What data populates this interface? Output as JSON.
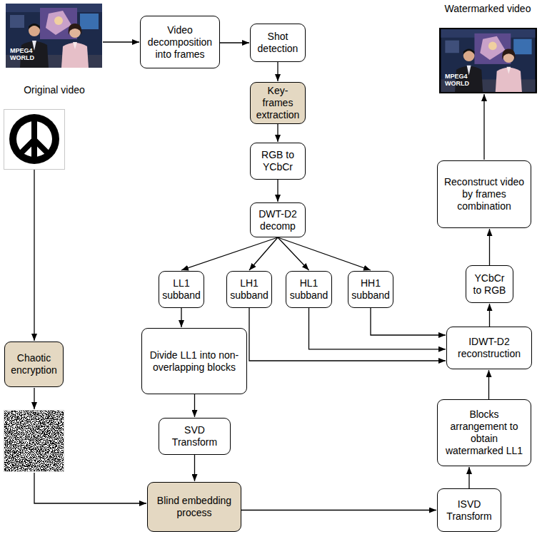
{
  "diagram": {
    "nodes": [
      {
        "text": [
          "Video decomposition into frames"
        ]
      },
      {
        "text": [
          "Shot detection"
        ]
      },
      {
        "text": [
          "Key-frames extraction"
        ]
      },
      {
        "text": [
          "RGB to YCbCr"
        ]
      },
      {
        "text": [
          "DWT-D2 decomp"
        ]
      },
      {
        "text": [
          "LL1 subband"
        ]
      },
      {
        "text": [
          "LH1 subband"
        ]
      },
      {
        "text": [
          "HL1 subband"
        ]
      },
      {
        "text": [
          "HH1 subband"
        ]
      },
      {
        "text": [
          "Divide LL1 into non-overlapping blocks"
        ]
      },
      {
        "text": [
          "SVD Transform"
        ]
      },
      {
        "text": [
          "Blind embedding process"
        ]
      },
      {
        "text": [
          "Chaotic encryption"
        ]
      },
      {
        "text": [
          "ISVD Transform"
        ]
      },
      {
        "text": [
          "Blocks arrangement to obtain watermarked LL1"
        ]
      },
      {
        "text": [
          "IDWT-D2 reconstruction"
        ]
      },
      {
        "text": [
          "YCbCr to RGB"
        ]
      },
      {
        "text": [
          "Reconstruct video by frames combination"
        ]
      }
    ],
    "edges": [
      {
        "from": 0,
        "to": 1,
        "arrow": "to"
      },
      {
        "from": 1,
        "to": 2,
        "arrow": "to"
      },
      {
        "from": 2,
        "to": 3,
        "arrow": "to"
      },
      {
        "from": 3,
        "to": 4,
        "arrow": "to"
      },
      {
        "from": 4,
        "to": 5,
        "arrow": "to"
      },
      {
        "from": 4,
        "to": 6,
        "arrow": "to"
      },
      {
        "from": 4,
        "to": 7,
        "arrow": "to"
      },
      {
        "from": 4,
        "to": 8,
        "arrow": "to"
      },
      {
        "from": 5,
        "to": 9,
        "arrow": "to"
      },
      {
        "from": 9,
        "to": 10,
        "arrow": "to"
      },
      {
        "from": 10,
        "to": 11,
        "arrow": "to"
      },
      {
        "from": 11,
        "to": 13,
        "arrow": "to"
      },
      {
        "from": 13,
        "to": 14,
        "arrow": "to"
      },
      {
        "from": 14,
        "to": 15,
        "arrow": "to"
      },
      {
        "from": 6,
        "to": 15,
        "arrow": "to"
      },
      {
        "from": 7,
        "to": 15,
        "arrow": "to"
      },
      {
        "from": 8,
        "to": 15,
        "arrow": "to"
      },
      {
        "from": 15,
        "to": 16,
        "arrow": "to"
      },
      {
        "from": 16,
        "to": 17,
        "arrow": "to"
      }
    ],
    "labels": [
      "Original video",
      "Watermarked video",
      "MPEG4 WORLD",
      "MPEG4 WORLD"
    ]
  }
}
